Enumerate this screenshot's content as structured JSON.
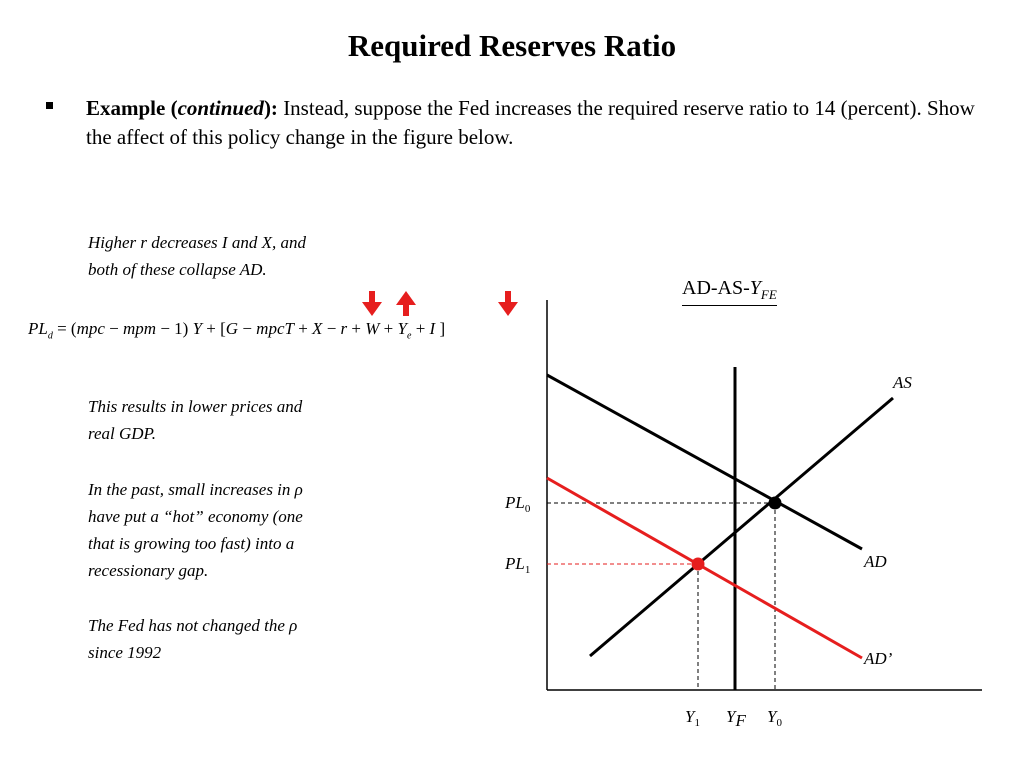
{
  "slide": {
    "title": "Required Reserves Ratio",
    "bullet": {
      "lead": "Example (",
      "lead_italic": "continued",
      "lead_close": "):",
      "text": " Instead, suppose the Fed increases the required reserve ratio to 14 (percent). Show the affect of this policy change in the figure below."
    }
  },
  "notes": {
    "note1_line1": "Higher r decreases I and X, and",
    "note1_line2": "both of these collapse AD.",
    "note2_line1": "This results in lower prices and",
    "note2_line2": "real GDP.",
    "note3_line1": "In the past, small increases in ",
    "note3_rho": "ρ",
    "note3_line2": "have put a “hot” economy (one",
    "note3_line3": "that is growing too fast) into a",
    "note3_line4": "recessionary gap.",
    "note4_line1": "The Fed has not changed the ",
    "note4_rho": "ρ",
    "note4_line2": "since 1992"
  },
  "equation": {
    "lhs": "PL",
    "lhs_sub": "d",
    "eq": " = (",
    "p1": "mpc",
    "p2": " − ",
    "p3": "mpm",
    "p4": " − 1) ",
    "y": "Y",
    "p5": " + [",
    "g": "G",
    "p6": " − ",
    "t": "mpcT",
    "p7": " + ",
    "x": "X",
    "p8": " − ",
    "r": "r",
    "p9": " + ",
    "w": "W",
    "p10": " + ",
    "ye": "Y",
    "ye_sub": "e",
    "p11": " + ",
    "i": "I",
    "p12": " ]"
  },
  "arrows": [
    {
      "name": "X",
      "direction": "down"
    },
    {
      "name": "r",
      "direction": "up"
    },
    {
      "name": "I",
      "direction": "down"
    }
  ],
  "graph": {
    "title_prefix": "AD-AS-",
    "title_italic": "Y",
    "title_sub": "FE",
    "labels": {
      "as": "AS",
      "ad": "AD",
      "ad_prime": "AD’",
      "pl0": "PL",
      "pl0_sub": "0",
      "pl1": "PL",
      "pl1_sub": "1",
      "y1": "Y",
      "y1_sub": "1",
      "yf": "Y",
      "yf_sub": "F",
      "y0": "Y",
      "y0_sub": "0"
    },
    "colors": {
      "ad_prime": "#e61e1e",
      "arrow": "#e61e1e",
      "lines": "#000000"
    }
  }
}
